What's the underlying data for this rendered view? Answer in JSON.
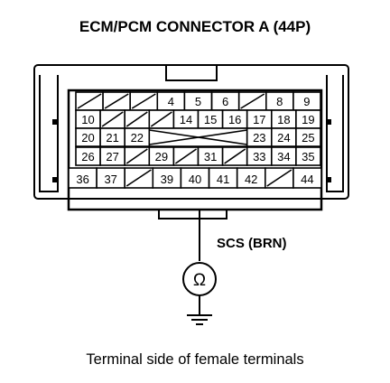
{
  "title": "ECM/PCM CONNECTOR A (44P)",
  "caption": "Terminal side of female terminals",
  "probe": {
    "label": "SCS (BRN)",
    "terminal": "40"
  },
  "meter": {
    "symbol": "Ω"
  },
  "connector": {
    "rows": [
      [
        "",
        "",
        "",
        "4",
        "5",
        "6",
        "",
        "8",
        "9"
      ],
      [
        "10",
        "",
        "",
        "",
        "14",
        "15",
        "16",
        "17",
        "18",
        "19"
      ],
      [
        "20",
        "21",
        "22",
        "",
        "",
        "",
        "",
        "23",
        "24",
        "25"
      ],
      [
        "26",
        "27",
        "",
        "29",
        "",
        "31",
        "",
        "33",
        "34",
        "35"
      ],
      [
        "36",
        "37",
        "",
        "39",
        "40",
        "41",
        "42",
        "",
        "44"
      ]
    ]
  }
}
